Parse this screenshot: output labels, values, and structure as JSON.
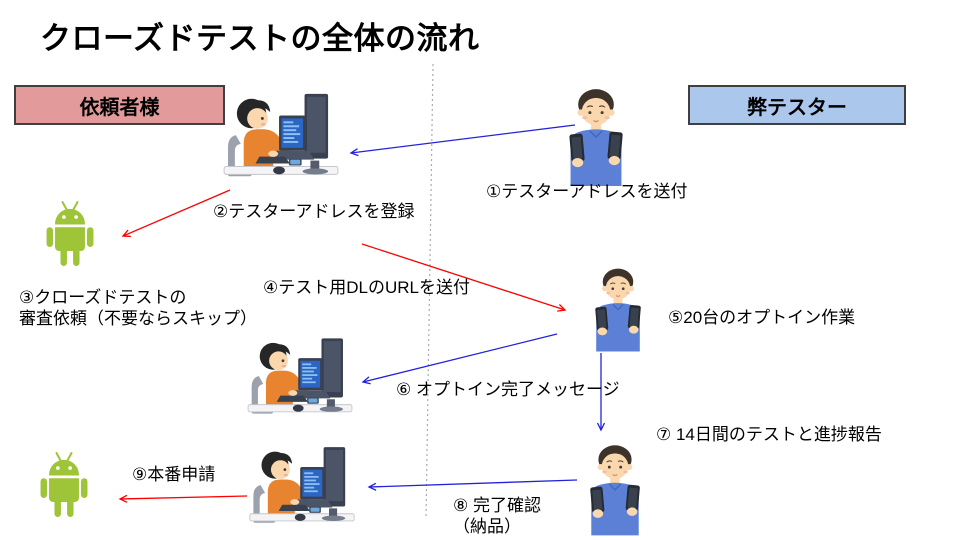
{
  "title": "クローズドテストの全体の流れ",
  "actors": {
    "client": {
      "label": "依頼者様",
      "bg": "#E29A9B",
      "border": "#3F3F3F"
    },
    "tester": {
      "label": "弊テスター",
      "bg": "#ABC7EC",
      "border": "#3F3F3F"
    }
  },
  "steps": {
    "step1": {
      "lines": [
        "①テスターアドレスを送付"
      ],
      "arrow": "blue",
      "from": "tester",
      "to": "client"
    },
    "step2": {
      "lines": [
        "②テスターアドレスを登録"
      ],
      "arrow": "red",
      "from": "client",
      "to": "android"
    },
    "step3": {
      "lines": [
        "③クローズドテストの",
        "審査依頼（不要ならスキップ）"
      ],
      "arrow": "none",
      "from": "client",
      "to": "client"
    },
    "step4": {
      "lines": [
        "④テスト用DLのURLを送付"
      ],
      "arrow": "red",
      "from": "client",
      "to": "tester"
    },
    "step5": {
      "lines": [
        "⑤20台のオプトイン作業"
      ],
      "arrow": "none",
      "from": "tester",
      "to": "tester"
    },
    "step6": {
      "lines": [
        "⑥ オプトイン完了メッセージ"
      ],
      "arrow": "blue",
      "from": "tester",
      "to": "client"
    },
    "step7": {
      "lines": [
        "⑦ 14日間のテストと進捗報告"
      ],
      "arrow": "blue",
      "from": "tester",
      "to": "tester"
    },
    "step8": {
      "lines": [
        "⑧ 完了確認",
        "（納品）"
      ],
      "arrow": "blue",
      "from": "tester",
      "to": "client"
    },
    "step9": {
      "lines": [
        "⑨本番申請"
      ],
      "arrow": "red",
      "from": "client",
      "to": "android"
    }
  },
  "colors": {
    "arrow_red": "#FF0000",
    "arrow_blue": "#2222DD",
    "android_green": "#9EC437",
    "divider_gray": "#ABABAB",
    "title_text": "#000000"
  },
  "figures": {
    "pc_person": "person-at-computer-illustration",
    "phones_person": "person-holding-two-phones-illustration",
    "android": "android-robot-icon"
  }
}
